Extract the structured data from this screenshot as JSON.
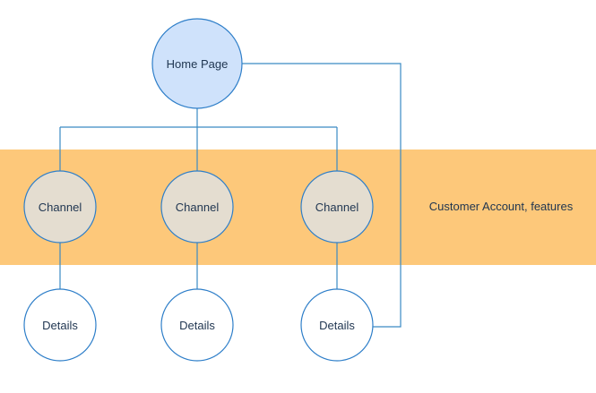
{
  "diagram": {
    "home": {
      "label": "Home Page"
    },
    "band": {
      "label": "Customer Account, features"
    },
    "channels": [
      {
        "label": "Channel"
      },
      {
        "label": "Channel"
      },
      {
        "label": "Channel"
      }
    ],
    "details": [
      {
        "label": "Details"
      },
      {
        "label": "Details"
      },
      {
        "label": "Details"
      }
    ],
    "colors": {
      "band_fill": "#fdc87a",
      "home_fill": "#cfe2fb",
      "channel_fill": "#e4ddd0",
      "details_fill": "#ffffff",
      "stroke": "#2f7fc9",
      "line": "#3a8ac4"
    }
  }
}
